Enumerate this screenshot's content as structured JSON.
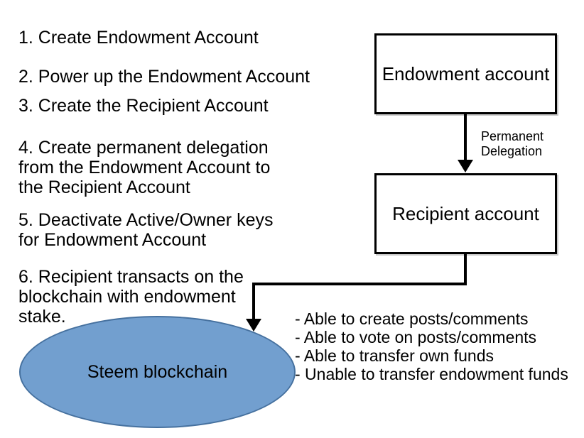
{
  "steps": [
    "1. Create Endowment Account",
    "2. Power up the Endowment Account",
    "3. Create the Recipient Account",
    "4. Create permanent delegation\nfrom the Endowment Account to\nthe Recipient Account",
    "5. Deactivate Active/Owner keys\nfor Endowment Account",
    "6. Recipient transacts on the\nblockchain with endowment\nstake."
  ],
  "nodes": {
    "endowment": {
      "label": "Endowment account"
    },
    "recipient": {
      "label": "Recipient account"
    },
    "blockchain": {
      "label": "Steem blockchain",
      "fill": "#729FCF",
      "border": "#46719F"
    }
  },
  "edges": {
    "delegation": {
      "label": "Permanent\nDelegation"
    }
  },
  "abilities": [
    "- Able to create posts/comments",
    "- Able to vote on posts/comments",
    "- Able to transfer own funds",
    "- Unable to transfer endowment funds"
  ]
}
